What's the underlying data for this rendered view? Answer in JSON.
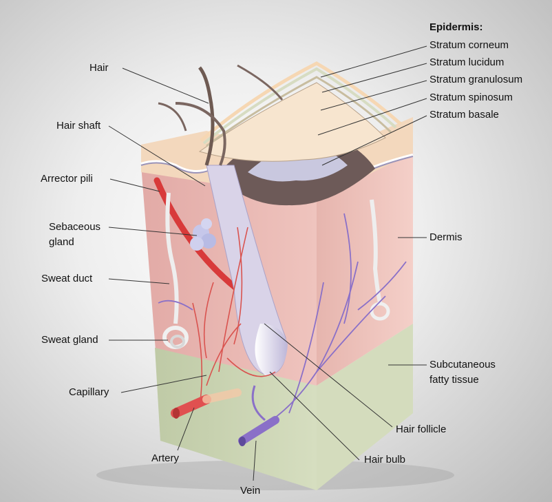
{
  "labels": {
    "epidermis": "Epidermis:",
    "stratum_corneum": "Stratum corneum",
    "stratum_lucidum": "Stratum lucidum",
    "stratum_granulosum": "Stratum granulosum",
    "stratum_spinosum": "Stratum spinosum",
    "stratum_basale": "Stratum basale",
    "hair": "Hair",
    "hair_shaft": "Hair shaft",
    "arrector_pili": "Arrector pili",
    "sebaceous_gland_line1": "Sebaceous",
    "sebaceous_gland_line2": "gland",
    "sweat_duct": "Sweat duct",
    "sweat_gland": "Sweat gland",
    "capillary": "Capillary",
    "artery": "Artery",
    "vein": "Vein",
    "hair_bulb": "Hair bulb",
    "hair_follicle": "Hair follicle",
    "dermis": "Dermis",
    "subcutaneous_line1": "Subcutaneous",
    "subcutaneous_line2": "fatty tissue"
  },
  "colors": {
    "dermis": "#e8b8b2",
    "subcutaneous": "#c9d3b0",
    "epidermis": "#f3d6bc",
    "artery": "#e05050",
    "vein": "#8a70c8",
    "hair": "#6e5a52",
    "follicle": "#d8d4e8"
  }
}
